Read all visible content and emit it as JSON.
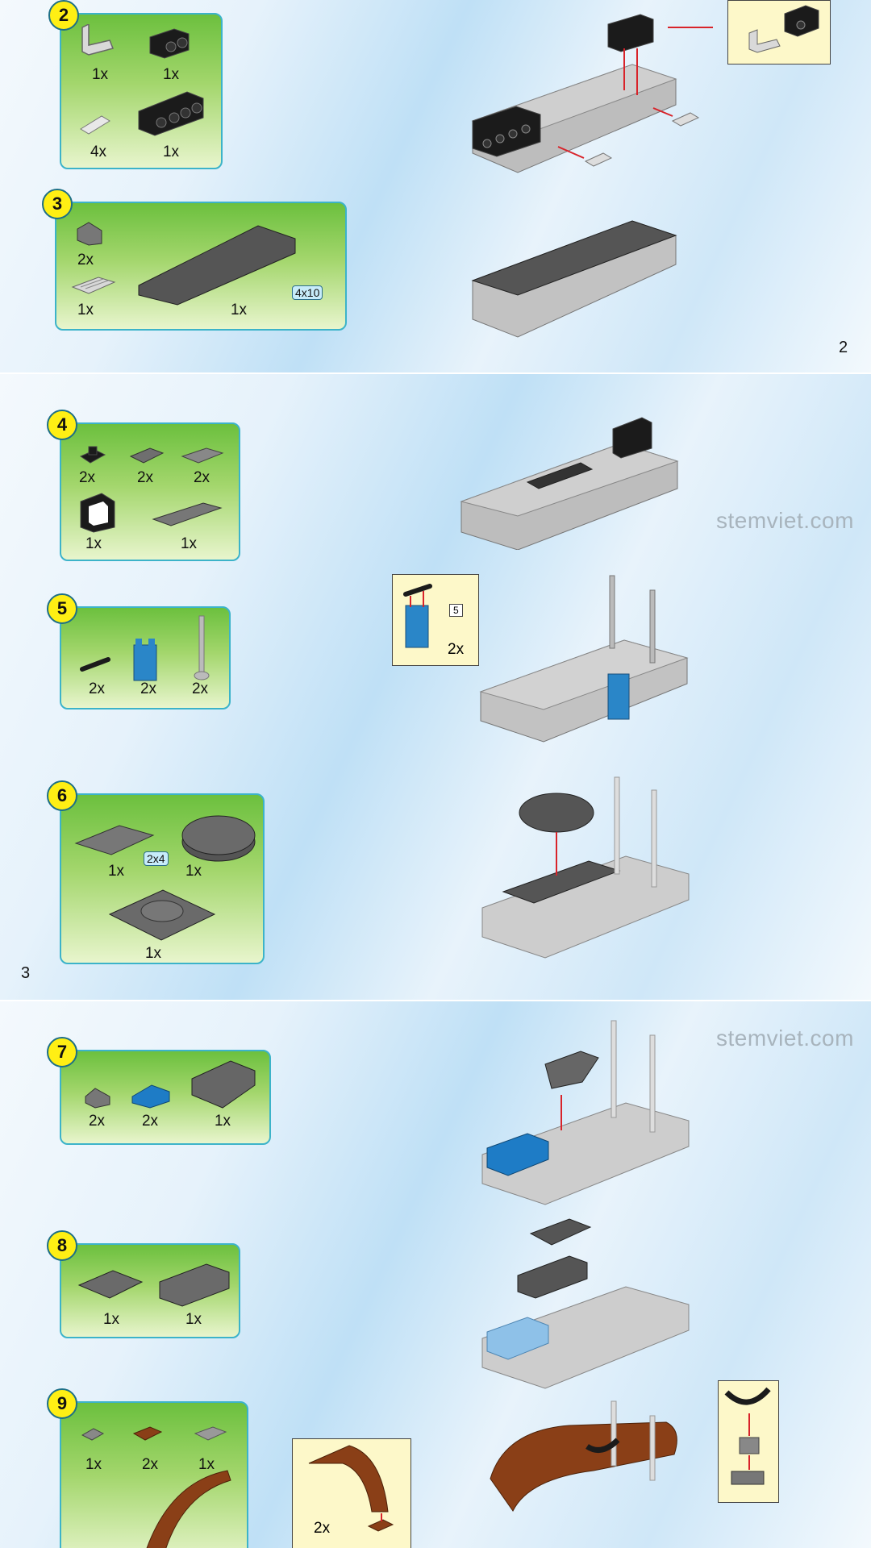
{
  "pages": {
    "a": {
      "number": "2"
    },
    "b": {
      "number": "3",
      "watermark": "stemviet.com"
    },
    "c": {
      "watermark": "stemviet.com"
    }
  },
  "steps": {
    "s2": {
      "number": "2",
      "qty": [
        "1x",
        "1x",
        "4x",
        "1x"
      ]
    },
    "s3": {
      "number": "3",
      "qty": [
        "2x",
        "1x",
        "1x"
      ],
      "size_tag": "4x10"
    },
    "s4": {
      "number": "4",
      "qty": [
        "2x",
        "2x",
        "2x",
        "1x",
        "1x"
      ]
    },
    "s5": {
      "number": "5",
      "qty": [
        "2x",
        "2x",
        "2x"
      ],
      "callout_qty": "2x",
      "callout_ref": "5"
    },
    "s6": {
      "number": "6",
      "qty": [
        "1x",
        "1x",
        "1x"
      ],
      "size_tag": "2x4"
    },
    "s7": {
      "number": "7",
      "qty": [
        "2x",
        "2x",
        "1x"
      ]
    },
    "s8": {
      "number": "8",
      "qty": [
        "1x",
        "1x"
      ]
    },
    "s9": {
      "number": "9",
      "qty": [
        "1x",
        "2x",
        "1x"
      ],
      "callout_qty": "2x"
    }
  },
  "colors": {
    "step_badge": "#ffef14",
    "box_border": "#3cb3c9",
    "arrow": "#d8232a",
    "callout_bg": "#fdf8c9"
  }
}
